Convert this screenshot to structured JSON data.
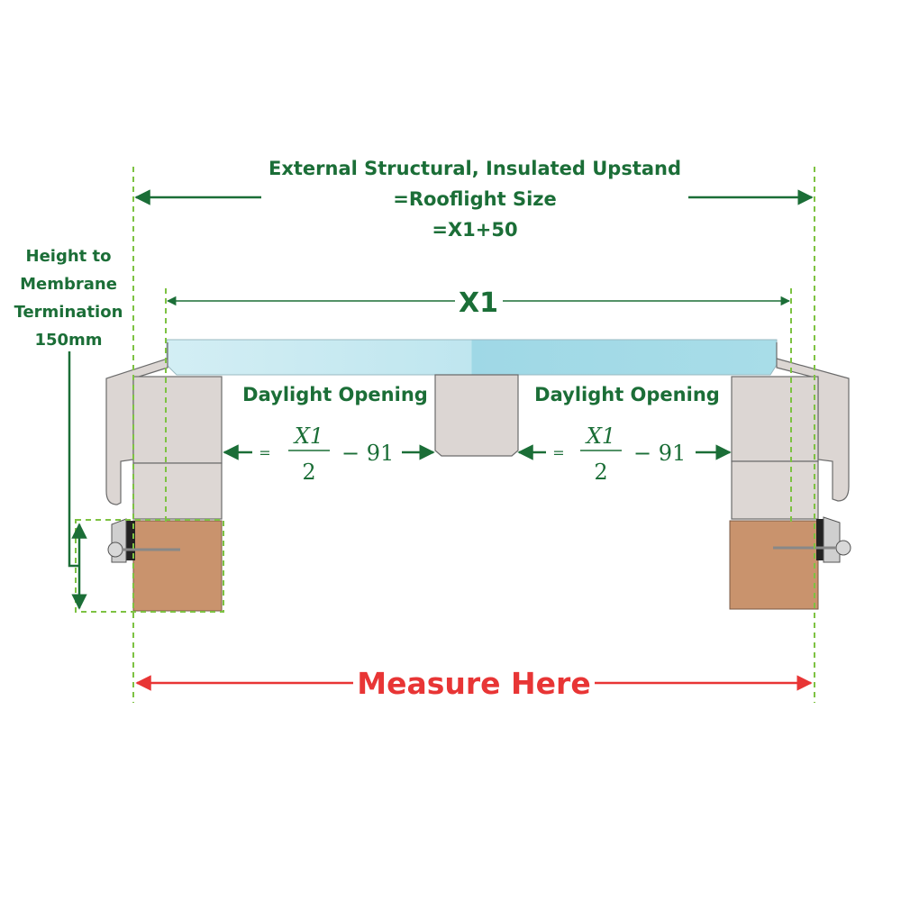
{
  "labels": {
    "upstand_line1": "External Structural, Insulated Upstand",
    "upstand_line2": "=Rooflight Size",
    "upstand_line3": "=X1+50",
    "height_line1": "Height to",
    "height_line2": "Membrane",
    "height_line3": "Termination",
    "height_line4": "150mm",
    "x1": "X1",
    "daylight_left": "Daylight Opening",
    "daylight_right": "Daylight Opening",
    "measure": "Measure Here"
  },
  "formula": {
    "eq": "=",
    "numerator": "X1",
    "denominator": "2",
    "minus": "−",
    "constant": "91"
  },
  "colors": {
    "green": "#1b6e37",
    "dashed_green": "#7dc242",
    "red": "#e83535",
    "glass": "#a8dde8",
    "frame": "#dcd6d3",
    "frame_edge": "#6b6b6b",
    "timber": "#c9936d"
  }
}
